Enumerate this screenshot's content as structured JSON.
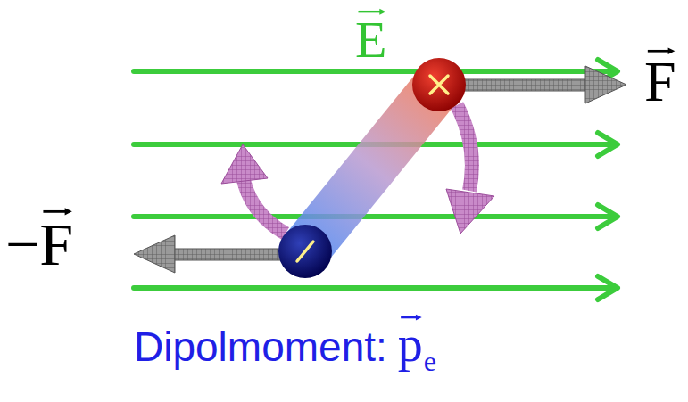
{
  "diagram": {
    "labels": [
      "E",
      "F",
      "−F",
      "Dipolmoment:",
      "p",
      "e"
    ]
  }
}
